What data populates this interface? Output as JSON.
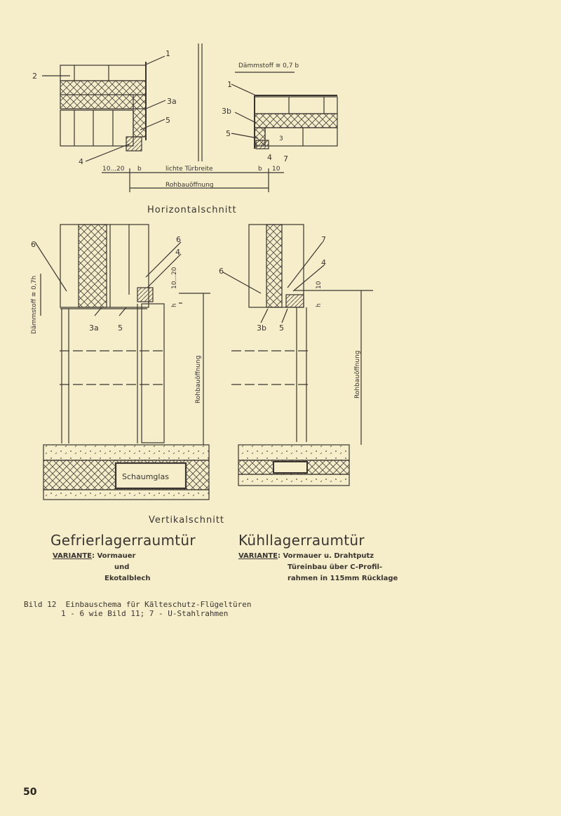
{
  "horizontal": {
    "caption": "Horizontalschnitt",
    "labels": {
      "l1": "1",
      "l2": "2",
      "l3a": "3a",
      "l5": "5",
      "l4": "4",
      "r1": "1",
      "r3b": "3b",
      "r5": "5",
      "r3": "3",
      "r4": "4",
      "r7": "7"
    },
    "daemmstoff": "Dämmstoff ≅ 0,7 b",
    "dims": {
      "left": "10...20",
      "b1": "b",
      "lichte": "lichte Türbreite",
      "b2": "b",
      "right": "10",
      "rohbau": "Rohbauöffnung"
    }
  },
  "vertical": {
    "caption": "Vertikalschnitt",
    "labels": {
      "l6": "6",
      "l6b": "6",
      "l4": "4",
      "l3a": "3a",
      "l5": "5",
      "r6": "6",
      "r7": "7",
      "r4": "4",
      "r3b": "3b",
      "r5": "5"
    },
    "daemmstoff": "Dämmstoff ≅ 0,7h",
    "dims": {
      "h1": "h",
      "d1020": "10...20",
      "h2": "h",
      "d10": "10",
      "rohbau1": "Rohbauöffnung",
      "rohbau2": "Rohbauöffnung"
    },
    "schaumglas": "Schaumglas"
  },
  "left_title": "Gefrierlagerraumtür",
  "left_variante_label": "VARIANTE",
  "left_variante": [
    "Vormauer",
    "und",
    "Ekotalblech"
  ],
  "right_title": "Kühllagerraumtür",
  "right_variante_label": "VARIANTE",
  "right_variante": [
    "Vormauer u. Drahtputz",
    "Türeinbau über C-Profil-",
    "rahmen in 115mm Rücklage"
  ],
  "figure_caption": [
    "Bild 12  Einbauschema für Kälteschutz-Flügeltüren",
    "        1 - 6 wie Bild 11; 7 - U-Stahlrahmen"
  ],
  "page_number": "50"
}
